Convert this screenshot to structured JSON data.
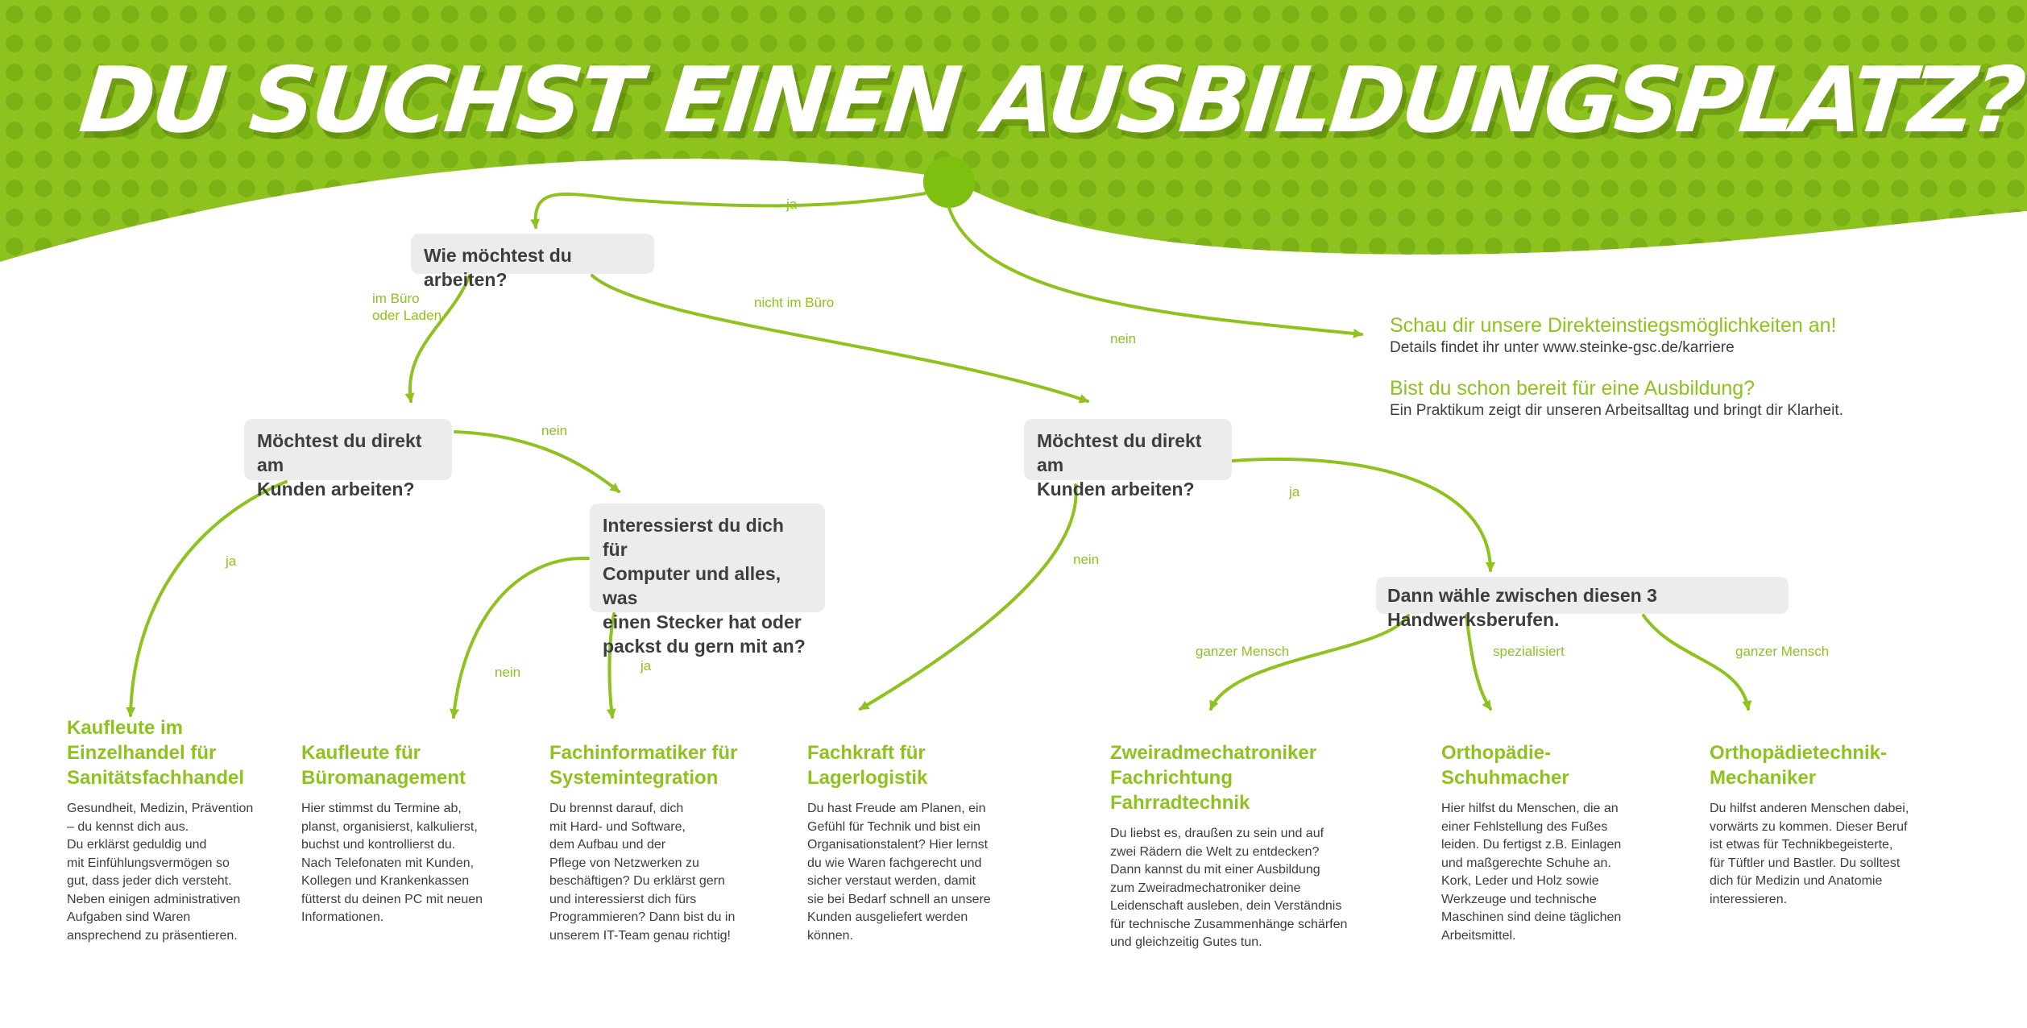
{
  "colors": {
    "accent": "#8dc21f",
    "dot": "#7bb215",
    "text": "#3d3d3d",
    "box": "#ececec"
  },
  "header": {
    "title": "DU SUCHST EINEN AUSBILDUNGSPLATZ?"
  },
  "questions": {
    "q1": "Wie möchtest du arbeiten?",
    "q2_left": [
      "Möchtest du direkt am",
      "Kunden arbeiten?"
    ],
    "q2_right": [
      "Möchtest du direkt am",
      "Kunden arbeiten?"
    ],
    "q3": [
      "Interessierst du dich für",
      "Computer und alles, was",
      "einen Stecker hat oder",
      "packst du gern mit an?"
    ],
    "q4": "Dann wähle zwischen diesen 3 Handwerksberufen."
  },
  "edge_labels": {
    "start_ja": "ja",
    "start_nein": "nein",
    "office": [
      "im Büro",
      "oder Laden"
    ],
    "not_office": "nicht im Büro",
    "left_ja": "ja",
    "left_nein": "nein",
    "q3_nein": "nein",
    "q3_ja": "ja",
    "right_ja": "ja",
    "right_nein": "nein",
    "craft_1": "ganzer Mensch",
    "craft_2": "spezialisiert",
    "craft_3": "ganzer Mensch"
  },
  "side_info": {
    "direct_entry": {
      "heading": "Schau dir unsere Direkteinstiegsmöglichkeiten an!",
      "text": "Details findet ihr unter www.steinke-gsc.de/karriere"
    },
    "ready": {
      "heading": "Bist du schon bereit für eine Ausbildung?",
      "text": "Ein Praktikum zeigt dir unseren Arbeitsalltag und bringt dir Klarheit."
    }
  },
  "results": [
    {
      "title": [
        "Kaufleute im",
        "Einzelhandel für",
        "Sanitätsfachhandel"
      ],
      "body": [
        "Gesundheit, Medizin, Prävention",
        "– du kennst dich aus.",
        "Du erklärst geduldig und",
        "mit Einfühlungsvermögen so",
        "gut, dass jeder dich versteht.",
        "Neben einigen administrativen",
        "Aufgaben sind Waren",
        "ansprechend zu präsentieren."
      ]
    },
    {
      "title": [
        "Kaufleute für",
        "Büromanagement"
      ],
      "body": [
        "Hier stimmst du Termine ab,",
        "planst, organisierst, kalkulierst,",
        "buchst und kontrollierst du.",
        "Nach Telefonaten mit Kunden,",
        "Kollegen und Krankenkassen",
        "fütterst du deinen PC mit neuen",
        "Informationen."
      ]
    },
    {
      "title": [
        "Fachinformatiker für",
        "Systemintegration"
      ],
      "body": [
        "Du brennst darauf, dich",
        "mit Hard- und Software,",
        "dem Aufbau und der",
        "Pflege von Netzwerken zu",
        "beschäftigen? Du erklärst gern",
        "und interessierst dich fürs",
        "Programmieren? Dann bist du in",
        "unserem IT-Team genau richtig!"
      ]
    },
    {
      "title": [
        "Fachkraft für",
        "Lagerlogistik"
      ],
      "body": [
        "Du hast Freude am Planen, ein",
        "Gefühl für Technik und bist ein",
        "Organisationstalent? Hier lernst",
        "du wie Waren fachgerecht und",
        "sicher verstaut werden, damit",
        "sie bei Bedarf schnell an unsere",
        "Kunden ausgeliefert werden",
        "können."
      ]
    },
    {
      "title": [
        "Zweiradmechatroniker",
        "Fachrichtung Fahrradtechnik"
      ],
      "body": [
        "Du liebst es, draußen zu sein und auf",
        "zwei Rädern die Welt zu entdecken?",
        "Dann kannst du mit einer Ausbildung",
        "zum Zweiradmechatroniker deine",
        "Leidenschaft ausleben, dein Verständnis",
        "für technische Zusammenhänge schärfen",
        "und gleichzeitig Gutes tun."
      ]
    },
    {
      "title": [
        "Orthopädie-",
        "Schuhmacher"
      ],
      "body": [
        "Hier hilfst du Menschen, die an",
        "einer Fehlstellung des Fußes",
        "leiden. Du fertigst z.B. Einlagen",
        "und maßgerechte Schuhe an.",
        "Kork, Leder und Holz sowie",
        "Werkzeuge und technische",
        "Maschinen sind deine täglichen",
        "Arbeitsmittel."
      ]
    },
    {
      "title": [
        "Orthopädietechnik-",
        "Mechaniker"
      ],
      "body": [
        "Du hilfst anderen Menschen dabei,",
        "vorwärts zu kommen. Dieser Beruf",
        "ist etwas für Technikbegeisterte,",
        "für Tüftler und Bastler. Du solltest",
        "dich für Medizin und Anatomie",
        "interessieren."
      ]
    }
  ]
}
